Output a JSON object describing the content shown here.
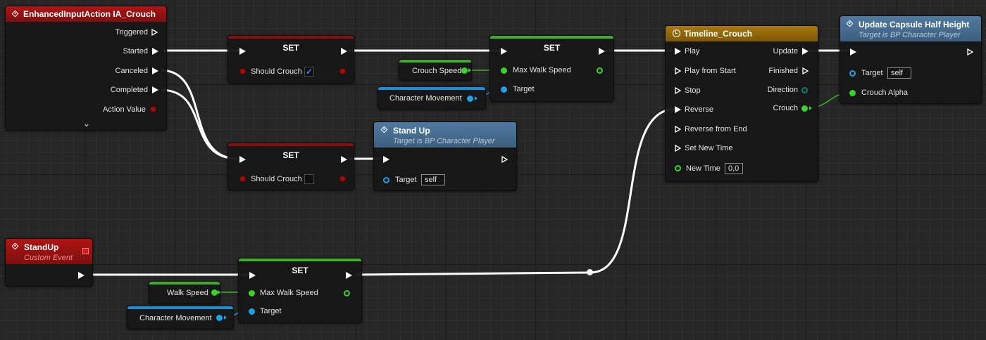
{
  "nodes": {
    "enhanced_input": {
      "title": "EnhancedInputAction IA_Crouch",
      "pins": [
        "Triggered",
        "Started",
        "Canceled",
        "Completed",
        "Action Value"
      ]
    },
    "set_top": {
      "title": "SET",
      "var": "Should Crouch",
      "checked": true
    },
    "set_mid": {
      "title": "SET",
      "var": "Should Crouch",
      "checked": false
    },
    "crouch_speed_getter": {
      "label": "Crouch Speed"
    },
    "char_movement_1": {
      "label": "Character Movement"
    },
    "set_speed_top": {
      "title": "SET",
      "var": "Max Walk Speed",
      "target": "Target"
    },
    "stand_up_call": {
      "title": "Stand Up",
      "subtitle": "Target is BP Character Player",
      "target": "Target",
      "target_value": "self"
    },
    "timeline": {
      "title": "Timeline_Crouch",
      "inputs": [
        "Play",
        "Play from Start",
        "Stop",
        "Reverse",
        "Reverse from End",
        "Set New Time",
        "New Time"
      ],
      "new_time_value": "0,0",
      "outputs": [
        "Update",
        "Finished",
        "Direction",
        "Crouch"
      ]
    },
    "update_capsule": {
      "title": "Update Capsule Half Height",
      "subtitle": "Target is BP Character Player",
      "target": "Target",
      "target_value": "self",
      "alpha": "Crouch Alpha"
    },
    "standup_event": {
      "title": "StandUp",
      "subtitle": "Custom Event"
    },
    "set_speed_bottom": {
      "title": "SET",
      "var": "Max Walk Speed",
      "target": "Target"
    },
    "walk_speed_getter": {
      "label": "Walk Speed"
    },
    "char_movement_2": {
      "label": "Character Movement"
    }
  },
  "colors": {
    "exec_wire": "#ffffff",
    "float_pin": "#3bd12a",
    "object_pin": "#1ca0e6",
    "bool_pin": "#a00e0e",
    "event_header": "#b01414",
    "function_header": "#507aa0",
    "timeline_header": "#a8780e"
  },
  "icons": [
    "event-diamond-icon",
    "clock-icon",
    "stop-square-icon",
    "chevron-down-icon",
    "checkmark-icon"
  ]
}
